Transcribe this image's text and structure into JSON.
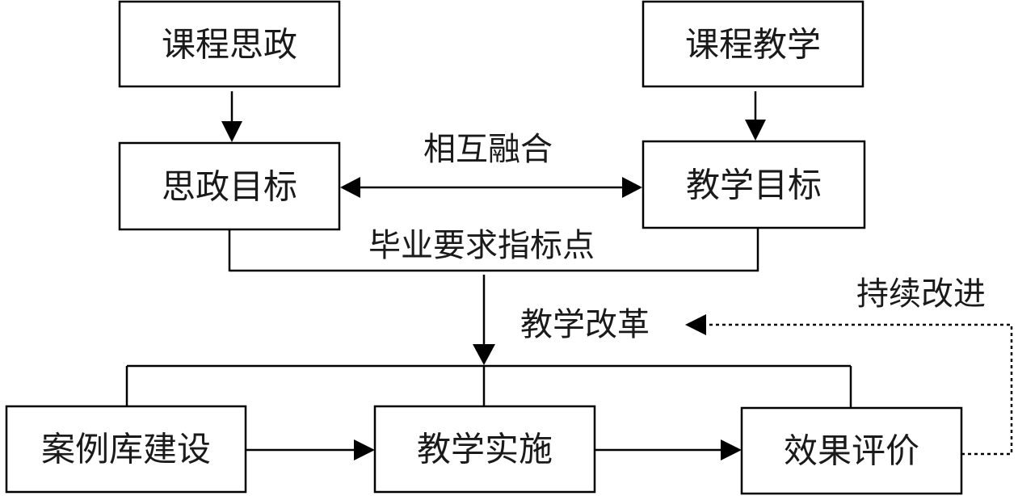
{
  "boxes": {
    "course_ideology": "课程思政",
    "course_teaching": "课程教学",
    "ideology_goal": "思政目标",
    "teaching_goal": "教学目标",
    "case_library": "案例库建设",
    "teaching_implementation": "教学实施",
    "effect_evaluation": "效果评价"
  },
  "labels": {
    "mutual_integration": "相互融合",
    "graduation_indicators": "毕业要求指标点",
    "teaching_reform": "教学改革",
    "continuous_improvement": "持续改进"
  }
}
